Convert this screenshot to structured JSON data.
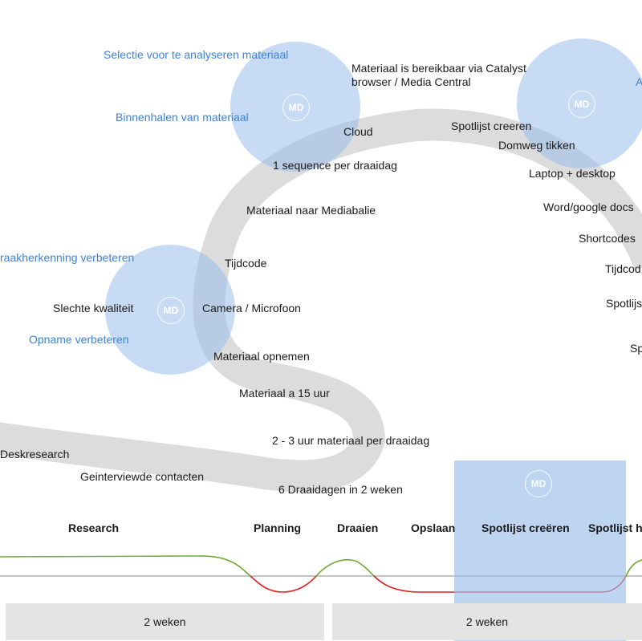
{
  "journey_labels": {
    "selectie": "Selectie voor te analyseren materiaal",
    "binnenhalen": "Binnenhalen van materiaal",
    "bereikbaar": "Materiaal is bereikbaar via Catalyst browser / Media Central",
    "cloud": "Cloud",
    "sequence": "1 sequence per draaidag",
    "mediabalie": "Materiaal naar Mediabalie",
    "spraak": "raakherkenning verbeteren",
    "tijdcode1": "Tijdcode",
    "slechte": "Slechte kwaliteit",
    "camera": "Camera / Microfoon",
    "opname": "Opname verbeteren",
    "opnemen": "Materiaal opnemen",
    "a15": "Materiaal a 15 uur",
    "uren": "2 - 3 uur materiaal per draaidag",
    "deskresearch": "Deskresearch",
    "geinterviewde": "Geinterviewde contacten",
    "draaidagen": "6 Draaidagen in 2 weken",
    "spotlijst_creeren": "Spotlijst creeren",
    "domweg": "Domweg tikken",
    "laptop": "Laptop + desktop",
    "word": "Word/google docs",
    "shortcodes": "Shortcodes",
    "tijdcode2": "Tijdcod",
    "spotlijs": "Spotlijs",
    "sp": "Sp",
    "a_partial": "A"
  },
  "badges": {
    "md": "MD"
  },
  "phases": [
    "Research",
    "Planning",
    "Draaien",
    "Opslaan",
    "Spotlijst creëren",
    "Spotlijst h"
  ],
  "durations": [
    "2 weken",
    "2 weken"
  ],
  "colors": {
    "path": "#dcdcdc",
    "circle": "#9bbeeb",
    "label_blue": "#3d82d6",
    "positive_line": "#6ea832",
    "negative_line": "#e02020",
    "baseline": "#888888",
    "duration_bg": "#e4e4e4"
  }
}
